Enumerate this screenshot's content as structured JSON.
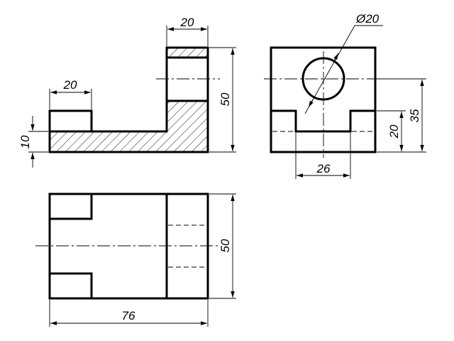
{
  "drawing": {
    "line_color": "#000000",
    "background": "#ffffff",
    "dimensions": {
      "front_top_right_width": "20",
      "front_top_left_width": "20",
      "front_height_total": "50",
      "front_base_height": "10",
      "side_hole_diameter": "Ø20",
      "side_height_35": "35",
      "side_slot_depth": "20",
      "side_slot_width": "26",
      "top_depth": "50",
      "top_total_length": "76"
    }
  }
}
